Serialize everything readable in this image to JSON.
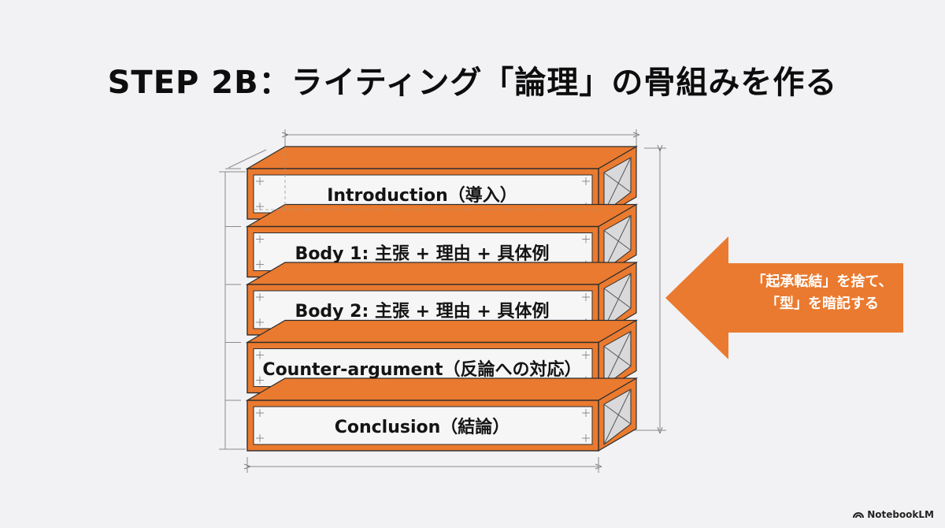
{
  "title": "STEP 2B：ライティング「論理」の骨組みを作る",
  "blocks": [
    {
      "label": "Introduction（導入）"
    },
    {
      "label": "Body 1: 主張 + 理由 + 具体例"
    },
    {
      "label": "Body 2: 主張 + 理由 + 具体例"
    },
    {
      "label": "Counter-argument（反論への対応）"
    },
    {
      "label": "Conclusion（結論）"
    }
  ],
  "callout": {
    "text": "「起承転結」を捨て、\n「型」を暗記する"
  },
  "colors": {
    "accent": "#ea7a2f",
    "block_fill": "#f6f6f7",
    "outline": "#2d2d2d",
    "end_face": "#d9d9dc",
    "background": "#f2f2f4"
  },
  "icons": {
    "brand": "notebooklm-logo-icon"
  },
  "brand": "NotebookLM"
}
